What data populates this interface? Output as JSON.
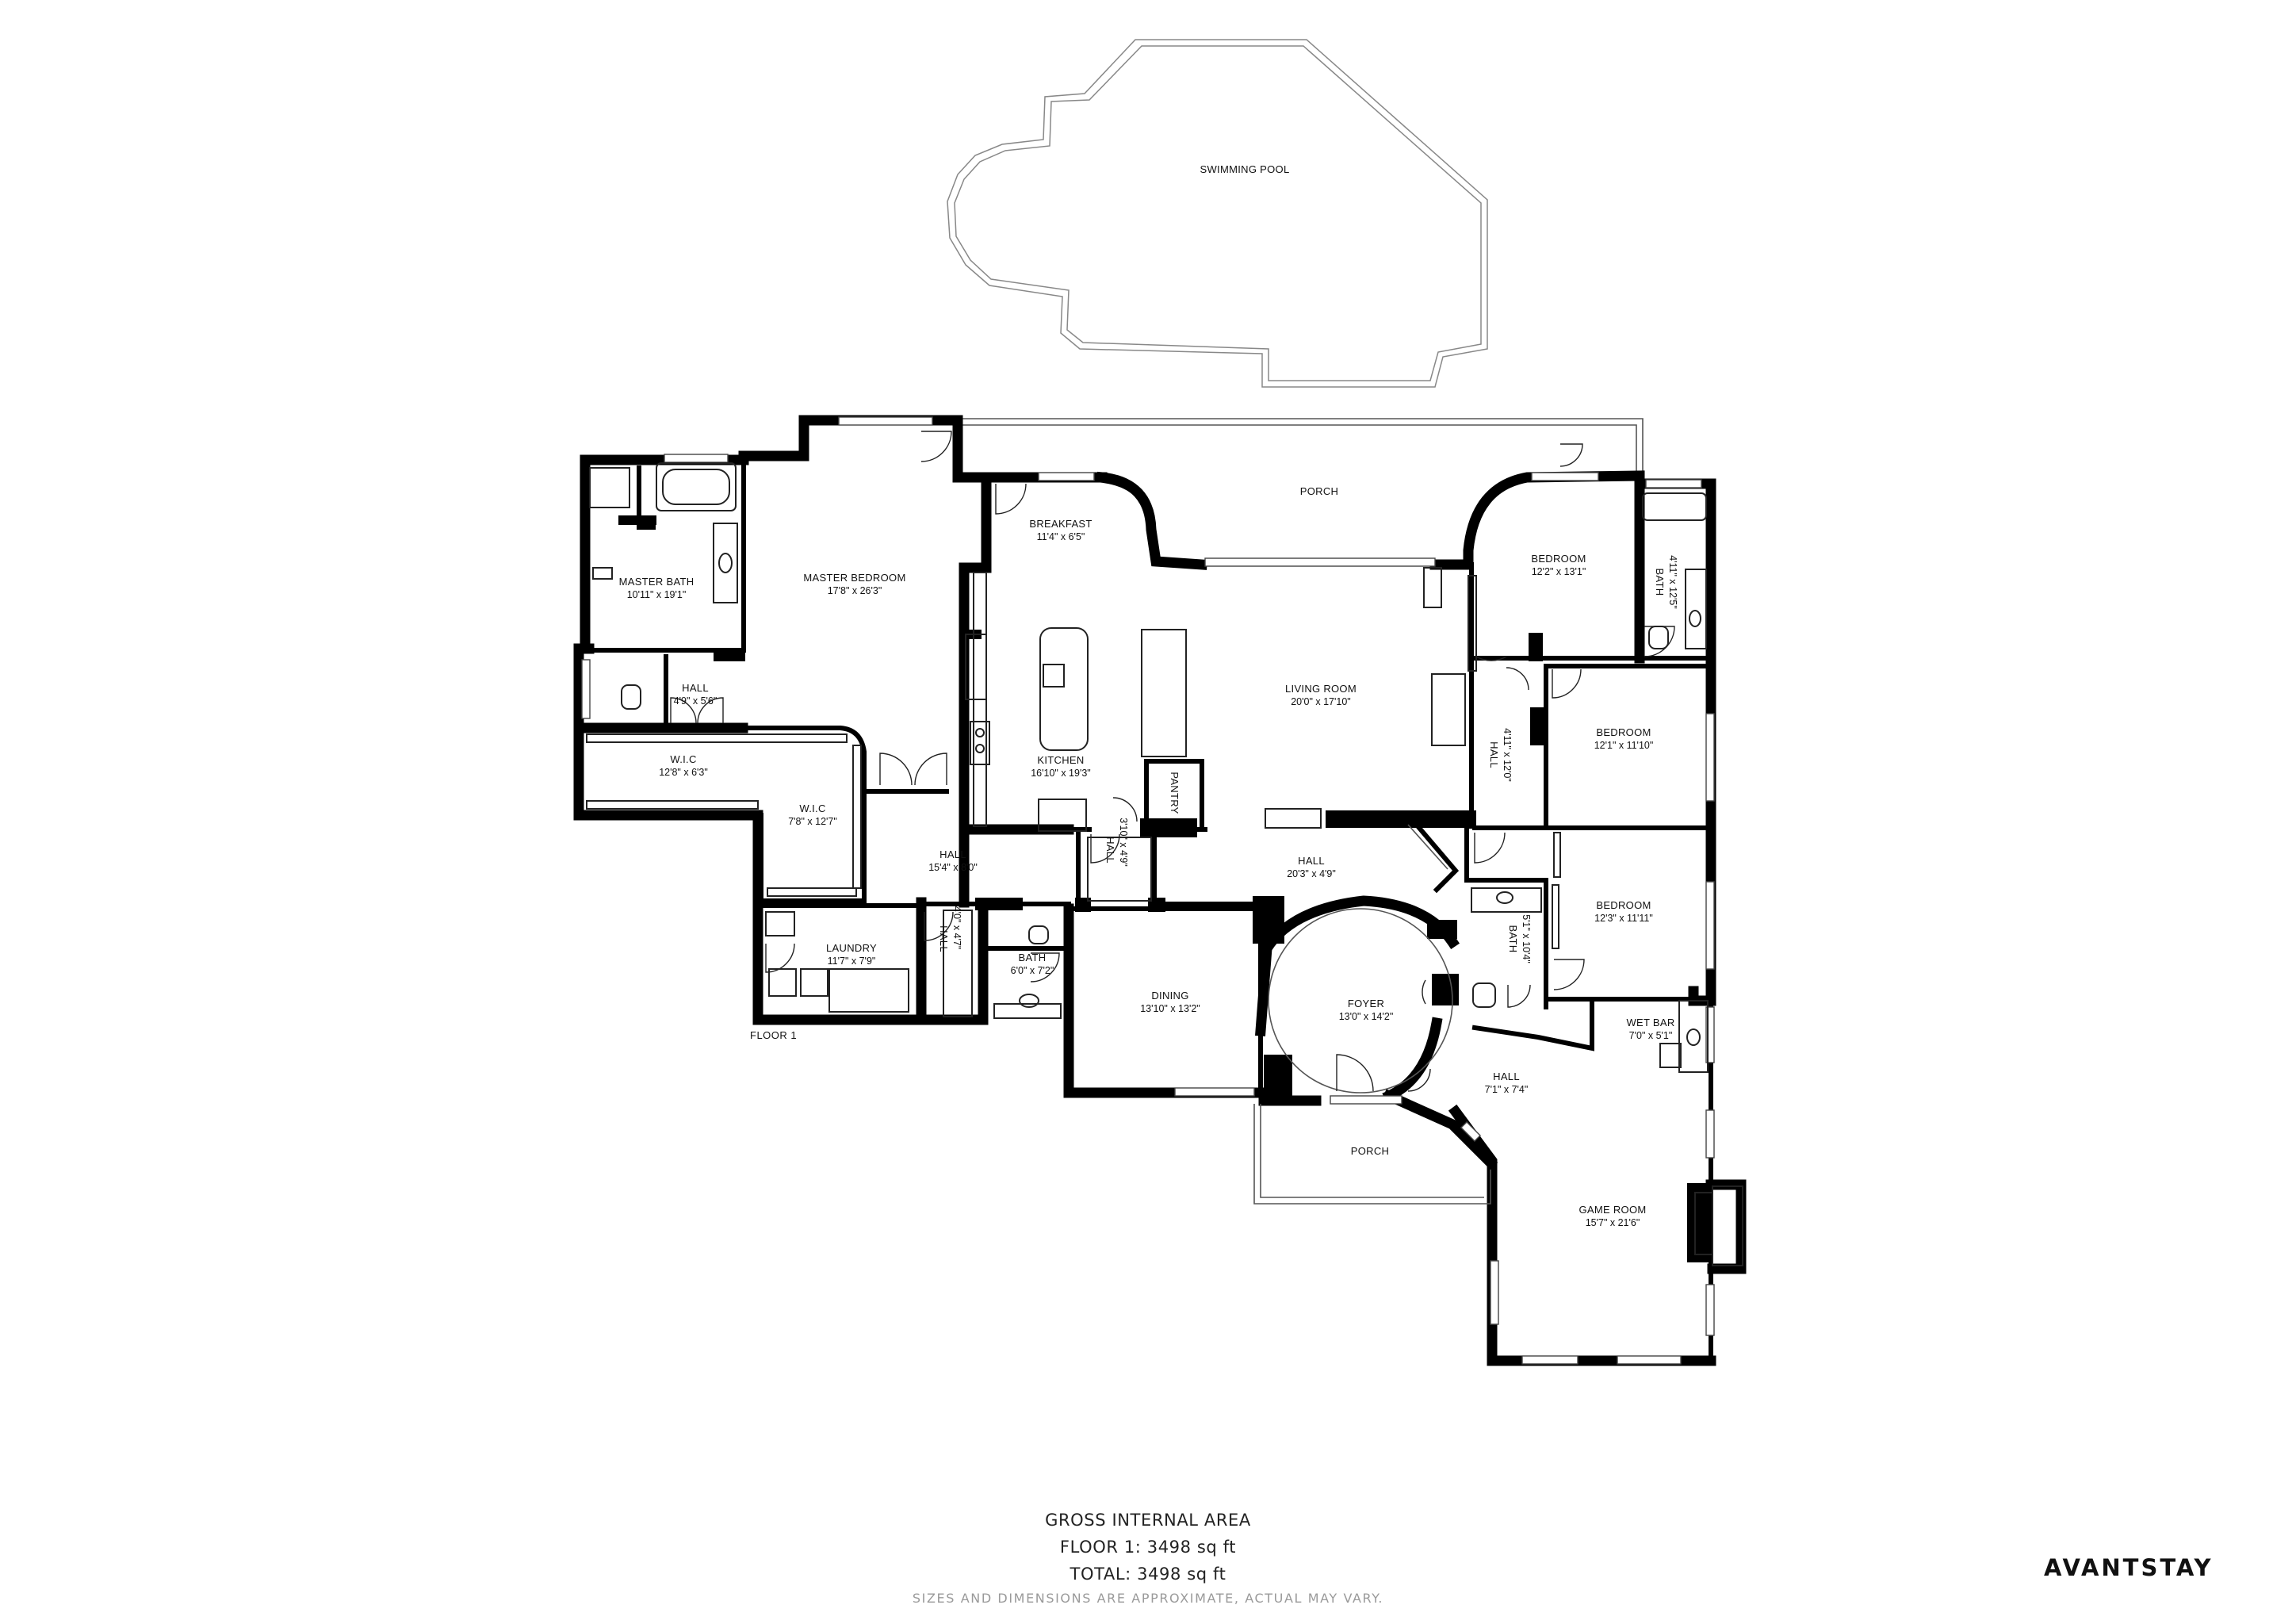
{
  "labels": {
    "swimming_pool": "SWIMMING POOL",
    "porch_top": "PORCH",
    "porch_bottom": "PORCH",
    "floor": "FLOOR 1"
  },
  "rooms": {
    "master_bath": {
      "name": "MASTER BATH",
      "dim": "10'11\" x 19'1\""
    },
    "master_bedroom": {
      "name": "MASTER BEDROOM",
      "dim": "17'8\" x 26'3\""
    },
    "breakfast": {
      "name": "BREAKFAST",
      "dim": "11'4\" x 6'5\""
    },
    "kitchen": {
      "name": "KITCHEN",
      "dim": "16'10\" x 19'3\""
    },
    "pantry": {
      "name": "PANTRY"
    },
    "living_room": {
      "name": "LIVING ROOM",
      "dim": "20'0\" x 17'10\""
    },
    "bedroom_1": {
      "name": "BEDROOM",
      "dim": "12'2\" x 13'1\""
    },
    "bath_1": {
      "name": "BATH",
      "dim": "4'11\" x 12'5\""
    },
    "bedroom_2": {
      "name": "BEDROOM",
      "dim": "12'1\" x 11'10\""
    },
    "hall_bedrooms": {
      "name": "HALL",
      "dim": "4'11\" x 12'0\""
    },
    "bedroom_3": {
      "name": "BEDROOM",
      "dim": "12'3\" x 11'11\""
    },
    "bath_2": {
      "name": "BATH",
      "dim": "5'1\" x 10'4\""
    },
    "hall_small": {
      "name": "HALL",
      "dim": "4'9\" x 5'6\""
    },
    "wic_1": {
      "name": "W.I.C",
      "dim": "12'8\" x 6'3\""
    },
    "wic_2": {
      "name": "W.I.C",
      "dim": "7'8\" x 12'7\""
    },
    "hall_main": {
      "name": "HALL",
      "dim": "15'4\" x 8'0\""
    },
    "hall_narrow": {
      "name": "HALL",
      "dim": "3'10\" x 4'9\""
    },
    "hall_center": {
      "name": "HALL",
      "dim": "20'3\" x 4'9\""
    },
    "laundry": {
      "name": "LAUNDRY",
      "dim": "11'7\" x 7'9\""
    },
    "hall_laundry": {
      "name": "HALL",
      "dim": "4'0\" x 4'7\""
    },
    "bath_3": {
      "name": "BATH",
      "dim": "6'0\" x 7'2\""
    },
    "dining": {
      "name": "DINING",
      "dim": "13'10\" x 13'2\""
    },
    "foyer": {
      "name": "FOYER",
      "dim": "13'0\" x 14'2\""
    },
    "wet_bar": {
      "name": "WET BAR",
      "dim": "7'0\" x 5'1\""
    },
    "hall_game": {
      "name": "HALL",
      "dim": "7'1\" x 7'4\""
    },
    "game_room": {
      "name": "GAME ROOM",
      "dim": "15'7\" x 21'6\""
    }
  },
  "footer": {
    "title": "GROSS INTERNAL AREA",
    "floor_area": "FLOOR 1: 3498 sq ft",
    "total_area": "TOTAL: 3498 sq ft",
    "disclaimer": "SIZES AND DIMENSIONS ARE APPROXIMATE, ACTUAL MAY VARY."
  },
  "brand": "AVANTSTAY"
}
